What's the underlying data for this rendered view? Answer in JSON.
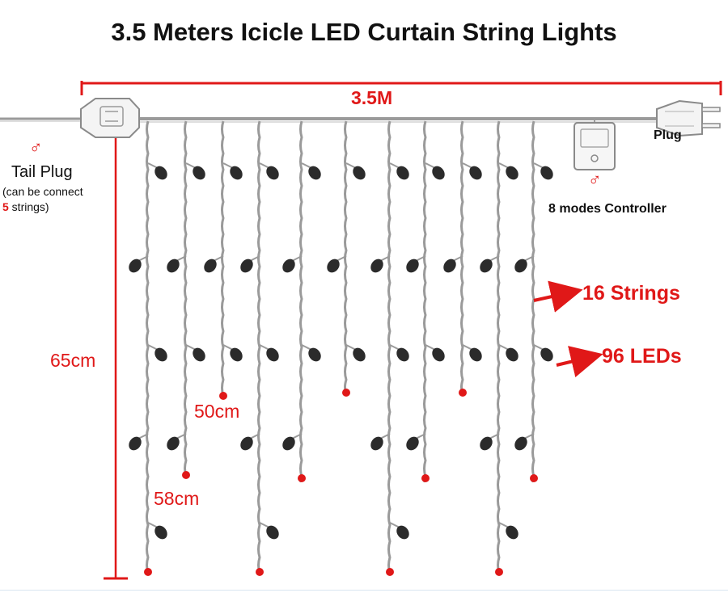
{
  "title": "3.5 Meters Icicle LED Curtain String Lights",
  "width_label": "3.5M",
  "height_label": "65cm",
  "strand_label_50": "50cm",
  "strand_label_58": "58cm",
  "tail_plug": {
    "title": "Tail Plug",
    "note_open": "(can be connect",
    "note_number": "5",
    "note_close": " strings)",
    "symbol": "♂"
  },
  "plug_label": "Plug",
  "controller": {
    "label": "8 modes Controller",
    "symbol": "♂"
  },
  "strings_label": "16 Strings",
  "leds_label": "96 LEDs",
  "colors": {
    "accent": "#e01818",
    "wire": "#9a9a9a",
    "bulb": "#2b2b2b"
  },
  "icons": [
    "male-plug-icon",
    "controller-box-icon",
    "power-plug-icon",
    "led-bulb-icon",
    "arrow-right-icon"
  ]
}
